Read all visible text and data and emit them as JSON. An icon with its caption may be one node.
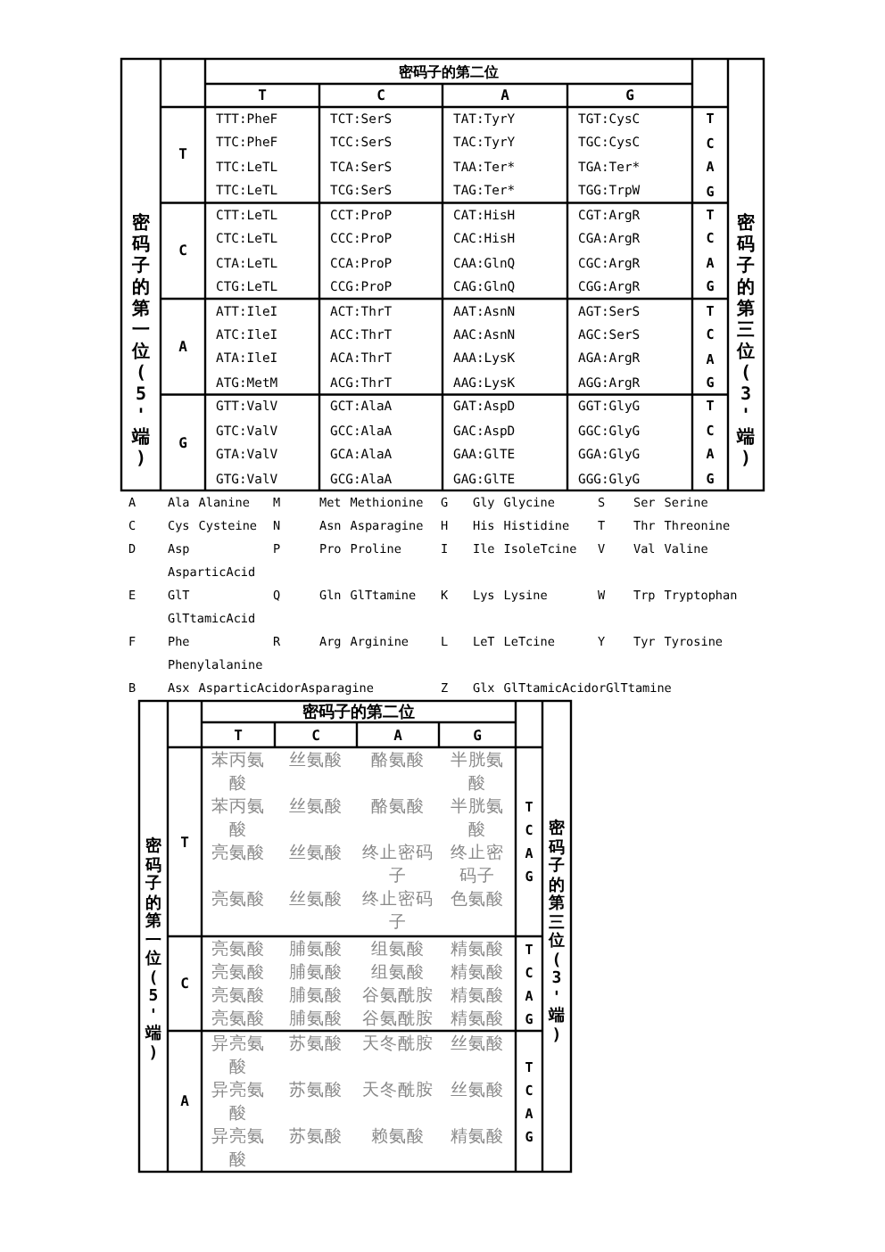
{
  "diagram": {
    "labels": [
      "密码子的第二位",
      "T",
      "C",
      "A",
      "G",
      "密码子的第一位(5'端)",
      "密码子的第三位(3'端)",
      "T",
      "TTT:PheF",
      "TCT:SerS",
      "TAT:TyrY",
      "TGT:CysC",
      "T",
      "TTC:PheF",
      "TCC:SerS",
      "TAC:TyrY",
      "TGC:CysC",
      "C",
      "TTC:LeTL",
      "TCA:SerS",
      "TAA:Ter*",
      "TGA:Ter*",
      "A",
      "TTC:LeTL",
      "TCG:SerS",
      "TAG:Ter*",
      "TGG:TrpW",
      "G",
      "C",
      "CTT:LeTL",
      "CCT:ProP",
      "CAT:HisH",
      "CGT:ArgR",
      "T",
      "CTC:LeTL",
      "CCC:ProP",
      "CAC:HisH",
      "CGA:ArgR",
      "C",
      "CTA:LeTL",
      "CCA:ProP",
      "CAA:GlnQ",
      "CGC:ArgR",
      "A",
      "CTG:LeTL",
      "CCG:ProP",
      "CAG:GlnQ",
      "CGG:ArgR",
      "G",
      "A",
      "ATT:IleI",
      "ACT:ThrT",
      "AAT:AsnN",
      "AGT:SerS",
      "T",
      "ATC:IleI",
      "ACC:ThrT",
      "AAC:AsnN",
      "AGC:SerS",
      "C",
      "ATA:IleI",
      "ACA:ThrT",
      "AAA:LysK",
      "AGA:ArgR",
      "A",
      "ATG:MetM",
      "ACG:ThrT",
      "AAG:LysK",
      "AGG:ArgR",
      "G",
      "G",
      "GTT:ValV",
      "GCT:AlaA",
      "GAT:AspD",
      "GGT:GlyG",
      "T",
      "GTC:ValV",
      "GCC:AlaA",
      "GAC:AspD",
      "GGC:GlyG",
      "C",
      "GTA:ValV",
      "GCA:AlaA",
      "GAA:GlTE",
      "GGA:GlyG",
      "A",
      "GTG:ValV",
      "GCG:AlaA",
      "GAG:GlTE",
      "GGG:GlyG",
      "G",
      "A",
      "Ala",
      "Alanine",
      "M",
      "Met",
      "Methionine",
      "G",
      "Gly",
      "Glycine",
      "S",
      "Ser",
      "Serine",
      "C",
      "Cys",
      "Cysteine",
      "N",
      "Asn",
      "Asparagine",
      "H",
      "His",
      "Histidine",
      "T",
      "Thr",
      "Threonine",
      "D",
      "Asp",
      "AsparticAcid",
      "P",
      "Pro",
      "Proline",
      "I",
      "Ile",
      "IsoleTcine",
      "V",
      "Val",
      "Valine",
      "E",
      "GlT",
      "GlTtamicAcid",
      "Q",
      "Gln",
      "GlTtamine",
      "K",
      "Lys",
      "Lysine",
      "W",
      "Trp",
      "Tryptophan",
      "F",
      "Phe",
      "Phenylalanine",
      "R",
      "Arg",
      "Arginine",
      "L",
      "LeT",
      "LeTcine",
      "Y",
      "Tyr",
      "Tyrosine",
      "B",
      "Asx",
      "AsparticAcidorAsparagine",
      "Z",
      "Glx",
      "GlTtamicAcidorGlTtamine",
      "密码子的第二位",
      "T",
      "C",
      "A",
      "G",
      "密码子的第一位(5'端)",
      "密码子的第三位(3'端)",
      "T",
      "苯丙氨酸",
      "丝氨酸",
      "酪氨酸",
      "半胱氨酸",
      "苯丙氨酸",
      "丝氨酸",
      "酪氨酸",
      "半胱氨酸",
      "亮氨酸",
      "丝氨酸",
      "终止密码子",
      "终止密码子",
      "亮氨酸",
      "丝氨酸",
      "终止密码子",
      "色氨酸",
      "T",
      "C",
      "A",
      "G",
      "C",
      "亮氨酸",
      "脯氨酸",
      "组氨酸",
      "精氨酸",
      "亮氨酸",
      "脯氨酸",
      "组氨酸",
      "精氨酸",
      "亮氨酸",
      "脯氨酸",
      "谷氨酰胺",
      "精氨酸",
      "亮氨酸",
      "脯氨酸",
      "谷氨酰胺",
      "精氨酸",
      "T",
      "C",
      "A",
      "G",
      "A",
      "异亮氨酸",
      "苏氨酸",
      "天冬酰胺",
      "丝氨酸",
      "异亮氨酸",
      "苏氨酸",
      "天冬酰胺",
      "丝氨酸",
      "异亮氨酸",
      "苏氨酸",
      "赖氨酸",
      "精氨酸",
      "T",
      "C",
      "A",
      "G"
    ]
  }
}
